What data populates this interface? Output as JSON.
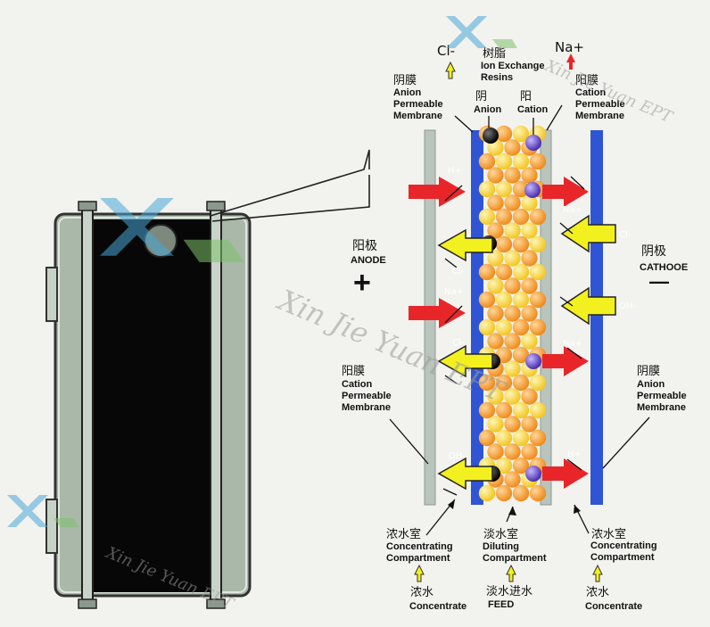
{
  "labels": {
    "top_anion": "Cl-",
    "top_cation": "Na+",
    "resin_cn": "树脂",
    "resin_en_1": "Ion Exchange",
    "resin_en_2": "Resins",
    "left_top_membrane_cn": "阴膜",
    "left_top_membrane_en_1": "Anion",
    "left_top_membrane_en_2": "Permeable",
    "left_top_membrane_en_3": "Membrane",
    "right_top_membrane_cn": "阳膜",
    "right_top_membrane_en_1": "Cation",
    "right_top_membrane_en_2": "Permeable",
    "right_top_membrane_en_3": "Membrane",
    "anion_cn": "阴",
    "anion_en": "Anion",
    "cation_cn": "阳",
    "cation_en": "Cation",
    "anode_cn": "阳极",
    "anode_en": "ANODE",
    "anode_sign": "+",
    "cathode_cn": "阴极",
    "cathode_en": "CATHOOE",
    "cathode_sign": "—",
    "left_bottom_membrane_cn": "阳膜",
    "left_bottom_membrane_en_1": "Cation",
    "left_bottom_membrane_en_2": "Permeable",
    "left_bottom_membrane_en_3": "Membrane",
    "right_bottom_membrane_cn": "阴膜",
    "right_bottom_membrane_en_1": "Anion",
    "right_bottom_membrane_en_2": "Permeable",
    "right_bottom_membrane_en_3": "Membrane",
    "conc_left_cn": "浓水室",
    "conc_left_en_1": "Concentrating",
    "conc_left_en_2": "Compartment",
    "dil_cn": "淡水室",
    "dil_en_1": "Diluting",
    "dil_en_2": "Compartment",
    "conc_right_cn": "浓水室",
    "conc_right_en_1": "Concentrating",
    "conc_right_en_2": "Compartment",
    "in_left_cn": "浓水",
    "in_left_en": "Concentrate",
    "in_mid_cn": "淡水进水",
    "in_mid_en": "FEED",
    "in_right_cn": "浓水",
    "in_right_en": "Concentrate"
  },
  "ions": {
    "h_plus": "H+",
    "cl_minus": "Cl-",
    "na_plus": "Na+",
    "oh_minus": "OH-"
  },
  "watermark": {
    "text": "Xin Jie Yuan EPT"
  },
  "colors": {
    "blue_membrane": "#2f55d4",
    "gray_membrane": "#b9c4bc",
    "red_arrow": "#e8262a",
    "yellow_arrow": "#f2f01e",
    "resin_orange": "#f4a032",
    "resin_yellow": "#f7d23c",
    "anion_ball": "#111111",
    "cation_ball": "#6a48c8",
    "module_gray": "#a8b6a8"
  }
}
